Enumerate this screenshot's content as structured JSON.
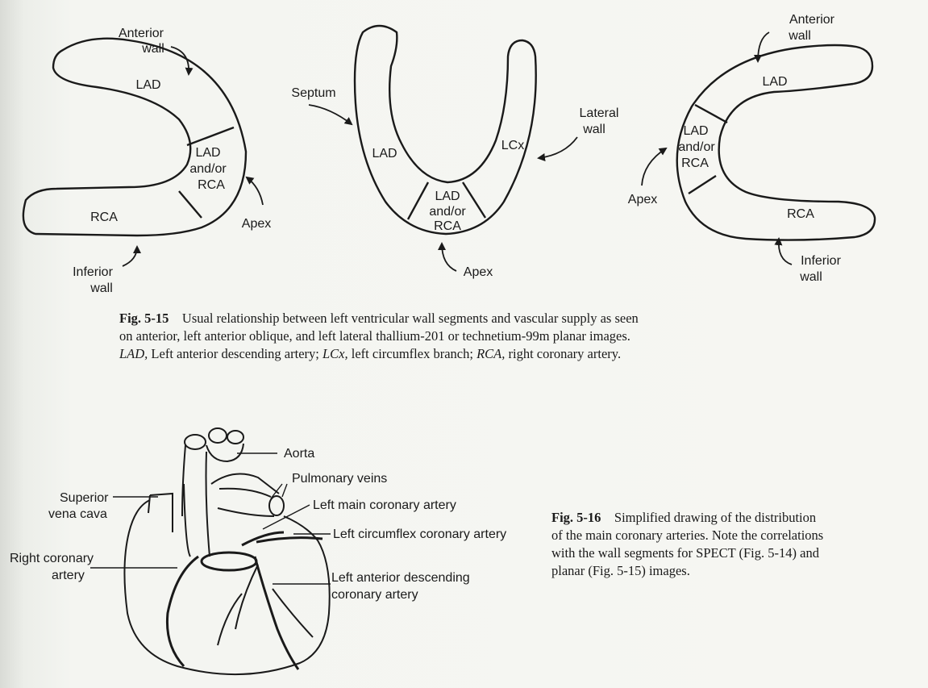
{
  "fig1": {
    "anterior": {
      "labels": {
        "anterior_wall_1": "Anterior",
        "anterior_wall_2": "wall",
        "lad": "LAD",
        "ladrca_1": "LAD",
        "ladrca_2": "and/or",
        "ladrca_3": "RCA",
        "rca": "RCA",
        "apex": "Apex",
        "inferior_wall_1": "Inferior",
        "inferior_wall_2": "wall"
      }
    },
    "lao": {
      "labels": {
        "septum": "Septum",
        "lateral_wall_1": "Lateral",
        "lateral_wall_2": "wall",
        "lad": "LAD",
        "lcx": "LCx",
        "ladrca_1": "LAD",
        "ladrca_2": "and/or",
        "ladrca_3": "RCA",
        "apex": "Apex"
      }
    },
    "lateral": {
      "labels": {
        "anterior_wall_1": "Anterior",
        "anterior_wall_2": "wall",
        "lad": "LAD",
        "ladrca_1": "LAD",
        "ladrca_2": "and/or",
        "ladrca_3": "RCA",
        "rca": "RCA",
        "apex": "Apex",
        "inferior_wall_1": "Inferior",
        "inferior_wall_2": "wall"
      }
    },
    "caption": {
      "number": "Fig. 5-15",
      "line1": "Usual relationship between left ventricular wall segments and vascular supply as seen",
      "line2": "on anterior, left anterior oblique, and left lateral thallium-201 or technetium-99m planar images.",
      "line3_lad": "LAD,",
      "line3_a": "Left anterior descending artery;",
      "line3_lcx": "LCx,",
      "line3_b": "left circumflex branch;",
      "line3_rca": "RCA,",
      "line3_c": "right coronary artery."
    }
  },
  "fig2": {
    "labels": {
      "aorta": "Aorta",
      "pulmonary_veins": "Pulmonary veins",
      "svc_1": "Superior",
      "svc_2": "vena cava",
      "left_main": "Left main coronary artery",
      "left_circumflex": "Left circumflex coronary artery",
      "rca_1": "Right coronary",
      "rca_2": "artery",
      "lad_1": "Left anterior descending",
      "lad_2": "coronary artery"
    },
    "caption": {
      "number": "Fig. 5-16",
      "line1": "Simplified drawing of the distribution",
      "line2": "of the main coronary arteries. Note the correlations",
      "line3": "with the wall segments for SPECT (Fig. 5-14) and",
      "line4": "planar (Fig. 5-15) images."
    }
  },
  "colors": {
    "ink": "#1a1a1a",
    "paper": "#f6f6f2"
  }
}
